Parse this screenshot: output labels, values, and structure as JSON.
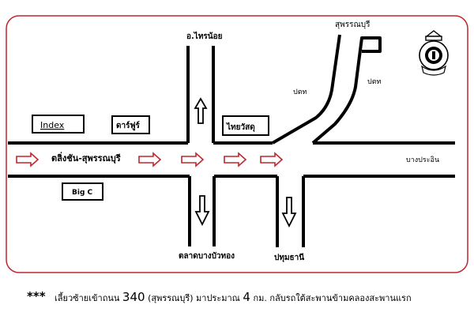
{
  "colors": {
    "border": "#c0272d",
    "road": "#000000",
    "arrow_outline": "#c0272d",
    "arrow_fill": "#ffffff"
  },
  "map": {
    "top_road_label": "อ.ไทรน้อย",
    "top_right_label": "สุพรรณบุรี",
    "pathom_left_label": "ปตท",
    "pathom_right_label": "ปตท",
    "main_road_label": "ตลิ่งชัน-สุพรรณบุรี",
    "right_road_label": "บางประอิน",
    "market_label": "ตลาดบางบัวทอง",
    "pathum_label": "ปทุมธานี",
    "box_index": "Index",
    "box_dar_phu": "ดาร์ฟูร์",
    "box_thai_wasadu": "ไทยวัสดุ",
    "box_big_c": "Big C",
    "logo_icon": "school-emblem-icon"
  },
  "footnote": {
    "stars": "***",
    "part1": "เลี้ยวซ้ายเข้าถนน",
    "road_number": "340",
    "part2": "(สุพรรณบุรี) มาประมาณ",
    "distance": "4",
    "part3": "กม.    กลับรถใต้สะพานข้ามคลองสะพานแรก"
  }
}
